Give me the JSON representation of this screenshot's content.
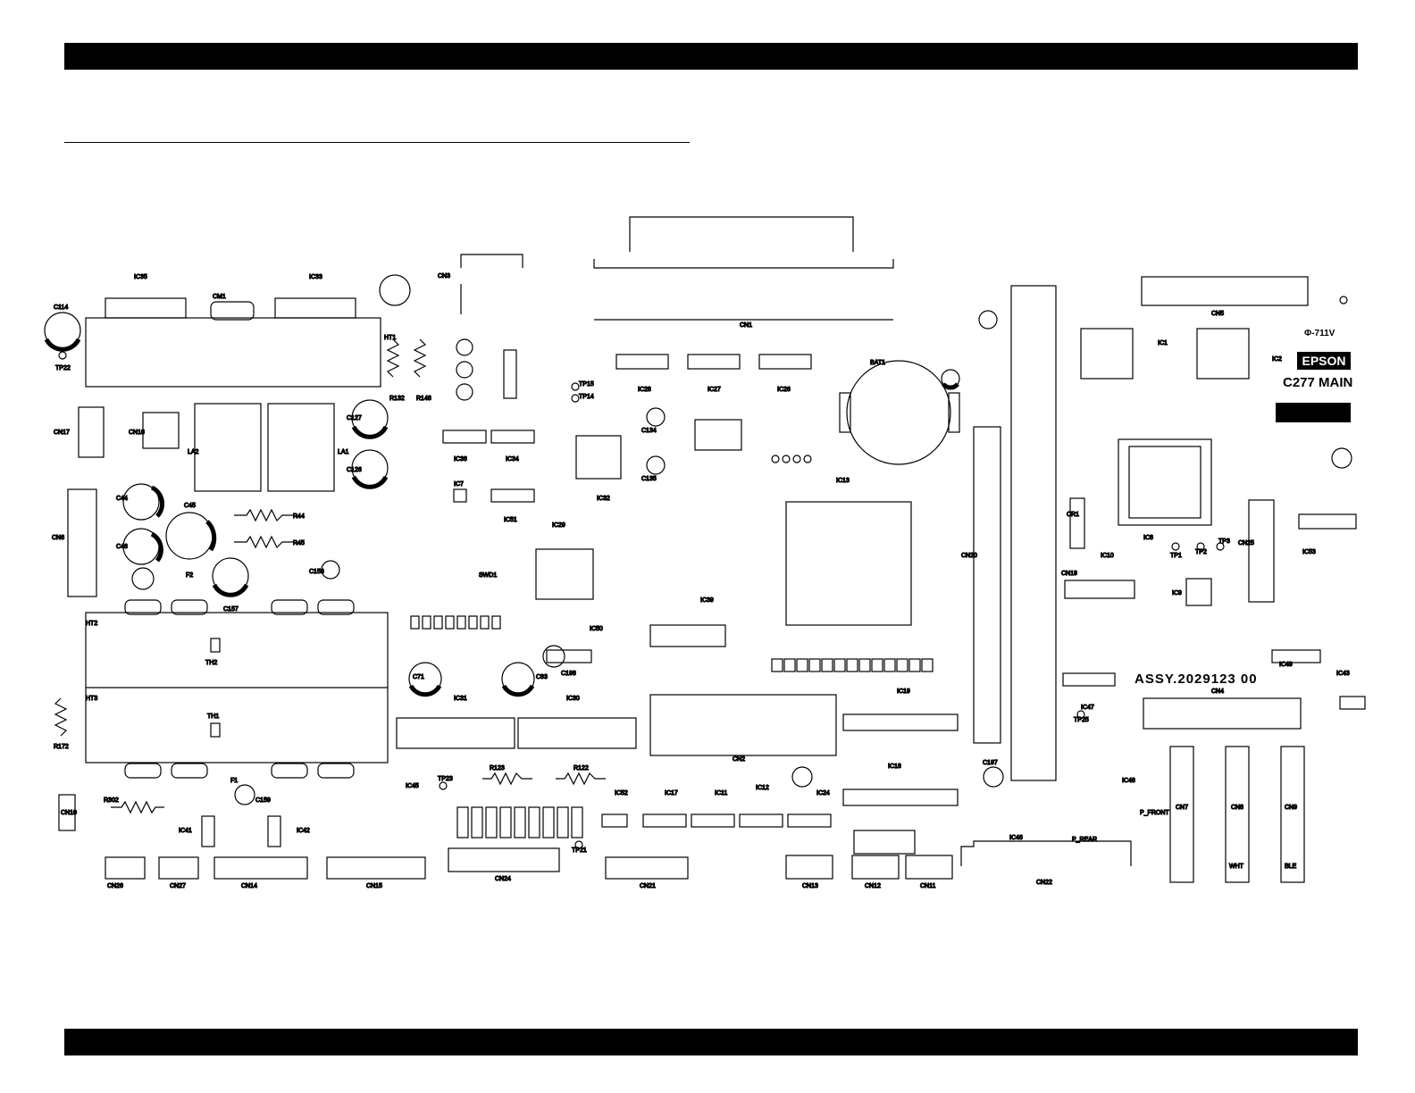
{
  "board": {
    "brand": "EPSON",
    "model": "C277 MAIN",
    "certification": "Φ-711V",
    "assembly": "ASSY.2029123 00"
  },
  "labels": {
    "ic35": "IC35",
    "ic33": "IC33",
    "cn3": "CN3",
    "cn1": "CN1",
    "cn5": "CN5",
    "c114": "C114",
    "tp22": "TP22",
    "cn17": "CN17",
    "cn18": "CN18",
    "cn6": "CN6",
    "cm1": "CM1",
    "ht1": "HT1",
    "ht2": "HT2",
    "ht3": "HT3",
    "la2": "LA2",
    "la1": "LA1",
    "c44": "C44",
    "c45": "C45",
    "c46": "C46",
    "c157": "C157",
    "c127": "C127",
    "c126": "C126",
    "bat1": "BAT1",
    "ic13": "IC13",
    "ic8": "IC8",
    "ic1": "IC1",
    "ic2": "IC2",
    "ic28": "IC28",
    "ic27": "IC27",
    "ic26": "IC26",
    "ic36": "IC36",
    "ic34": "IC34",
    "ic7": "IC7",
    "ic51": "IC51",
    "ic29": "IC29",
    "ic32": "IC32",
    "ic39": "IC39",
    "ic50": "IC50",
    "ic31": "IC31",
    "ic30": "IC30",
    "ic19": "IC19",
    "ic18": "IC18",
    "ic10": "IC10",
    "ic53": "IC53",
    "ic9": "IC9",
    "ic49": "IC49",
    "ic43": "IC43",
    "ic48": "IC48",
    "ic45": "IC45",
    "ic52": "IC52",
    "ic17": "IC17",
    "ic11": "IC11",
    "ic12": "IC12",
    "ic24": "IC24",
    "ic41": "IC41",
    "ic42": "IC42",
    "ic46": "IC46",
    "cn2": "CN2",
    "cn20": "CN20",
    "cn19": "CN19",
    "cn4": "CN4",
    "cn7": "CN7",
    "cn8": "CN8",
    "cn9": "CN9",
    "cn22": "CN22",
    "cn24": "CN24",
    "cn21": "CN21",
    "cn13": "CN13",
    "cn12": "CN12",
    "cn11": "CN11",
    "cn15": "CN15",
    "cn14": "CN14",
    "cn27": "CN27",
    "cn26": "CN26",
    "cn10": "CN10",
    "cn25": "CN25",
    "r123": "R123",
    "r122": "R122",
    "r302": "R302",
    "r172": "R172",
    "r44": "R44",
    "r45": "R45",
    "r132": "R132",
    "r148": "R148",
    "wht": "WHT",
    "ble": "BLE",
    "p_front": "P_FRONT",
    "p_rear": "P_REAR",
    "tp23": "TP23",
    "tp21": "TP21",
    "tp25": "TP25",
    "ic47": "IC47",
    "c197": "C197",
    "c134": "C134",
    "c135": "C135",
    "c71": "C71",
    "c83": "C83",
    "c198": "C198",
    "c158": "C158",
    "c159": "C159",
    "tp1": "TP1",
    "tp2": "TP2",
    "tp3": "TP3",
    "tp14": "TP14",
    "tp15": "TP15",
    "th1": "TH1",
    "th2": "TH2",
    "f1": "F1",
    "f2": "F2",
    "cr1": "CR1",
    "swd1": "SWD1"
  }
}
